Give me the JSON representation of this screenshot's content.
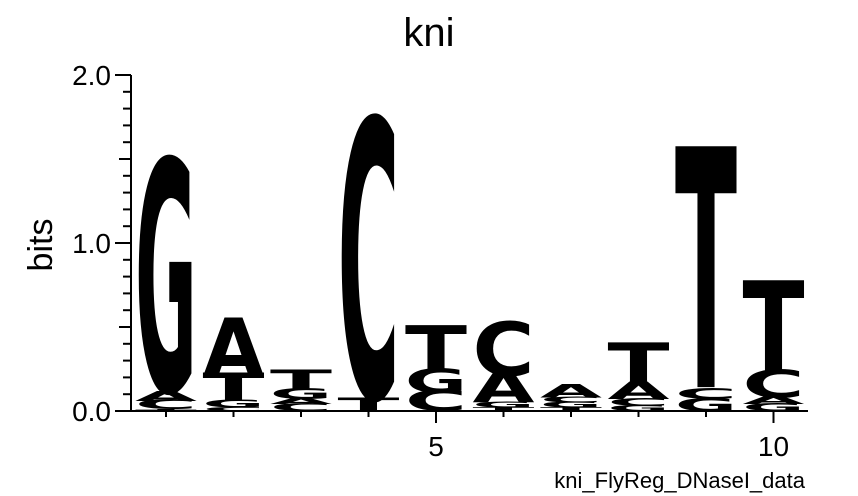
{
  "chart_data": {
    "type": "sequence-logo",
    "title": "kni",
    "ylabel": "bits",
    "xlabel": "",
    "footer": "kni_FlyReg_DNaseI_data",
    "ylim": [
      0,
      2.0
    ],
    "y_tick_labels": [
      "0.0",
      "1.0",
      "2.0"
    ],
    "x_tick_labels": [
      "5",
      "10"
    ],
    "x_ticks": [
      5,
      10
    ],
    "positions": [
      1,
      2,
      3,
      4,
      5,
      6,
      7,
      8,
      9,
      10
    ],
    "colors": {
      "A": "#008000",
      "C": "#0000ff",
      "G": "#ffa500",
      "T": "#ff0000"
    },
    "stacks": [
      {
        "position": 1,
        "letters": [
          {
            "base": "T",
            "bits": 0.01
          },
          {
            "base": "C",
            "bits": 0.05
          },
          {
            "base": "A",
            "bits": 0.05
          },
          {
            "base": "G",
            "bits": 1.24
          }
        ]
      },
      {
        "position": 2,
        "letters": [
          {
            "base": "C",
            "bits": 0.02
          },
          {
            "base": "G",
            "bits": 0.04
          },
          {
            "base": "T",
            "bits": 0.14
          },
          {
            "base": "A",
            "bits": 0.3
          }
        ]
      },
      {
        "position": 3,
        "letters": [
          {
            "base": "C",
            "bits": 0.04
          },
          {
            "base": "A",
            "bits": 0.03
          },
          {
            "base": "G",
            "bits": 0.06
          },
          {
            "base": "T",
            "bits": 0.1
          }
        ]
      },
      {
        "position": 4,
        "letters": [
          {
            "base": "T",
            "bits": 0.07
          },
          {
            "base": "C",
            "bits": 1.49
          }
        ]
      },
      {
        "position": 5,
        "letters": [
          {
            "base": "C",
            "bits": 0.11
          },
          {
            "base": "G",
            "bits": 0.13
          },
          {
            "base": "T",
            "bits": 0.23
          }
        ]
      },
      {
        "position": 6,
        "letters": [
          {
            "base": "T",
            "bits": 0.02
          },
          {
            "base": "G",
            "bits": 0.03
          },
          {
            "base": "A",
            "bits": 0.16
          },
          {
            "base": "C",
            "bits": 0.29
          }
        ]
      },
      {
        "position": 7,
        "letters": [
          {
            "base": "T",
            "bits": 0.02
          },
          {
            "base": "G",
            "bits": 0.03
          },
          {
            "base": "C",
            "bits": 0.03
          },
          {
            "base": "A",
            "bits": 0.07
          }
        ]
      },
      {
        "position": 8,
        "letters": [
          {
            "base": "G",
            "bits": 0.03
          },
          {
            "base": "C",
            "bits": 0.04
          },
          {
            "base": "A",
            "bits": 0.09
          },
          {
            "base": "T",
            "bits": 0.21
          }
        ]
      },
      {
        "position": 9,
        "letters": [
          {
            "base": "G",
            "bits": 0.07
          },
          {
            "base": "C",
            "bits": 0.06
          },
          {
            "base": "T",
            "bits": 1.22
          }
        ]
      },
      {
        "position": 10,
        "letters": [
          {
            "base": "G",
            "bits": 0.04
          },
          {
            "base": "A",
            "bits": 0.04
          },
          {
            "base": "C",
            "bits": 0.15
          },
          {
            "base": "T",
            "bits": 0.46
          }
        ]
      }
    ]
  }
}
